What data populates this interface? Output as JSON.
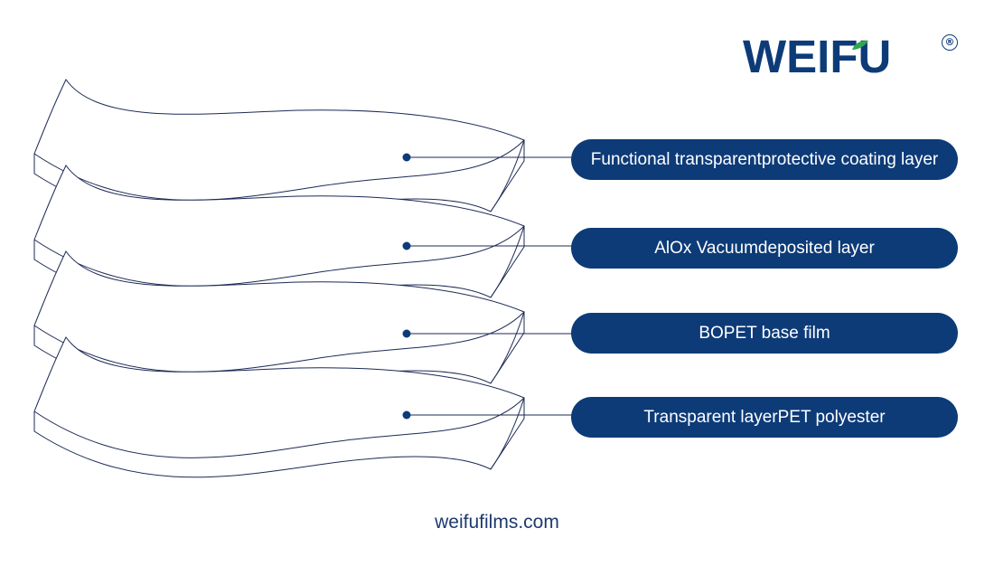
{
  "brand": {
    "logo_text": "WEIFU",
    "registered_mark": "®",
    "colors": {
      "primary": "#0d3b78",
      "leaf": "#2fa84f"
    }
  },
  "layers": [
    {
      "label": "Functional transparentprotective coating layer",
      "icon": "dot-icon"
    },
    {
      "label": "AlOx Vacuumdeposited layer",
      "icon": "dot-icon"
    },
    {
      "label": "BOPET base film",
      "icon": "dot-icon"
    },
    {
      "label": "Transparent layerPET polyester",
      "icon": "dot-icon"
    }
  ],
  "footer": {
    "website": "weifufilms.com"
  },
  "colors": {
    "outline": "#1c2a55",
    "label_bg": "#0d3b78",
    "label_text": "#ffffff",
    "website_text": "#1d3a6e",
    "background": "#ffffff"
  }
}
